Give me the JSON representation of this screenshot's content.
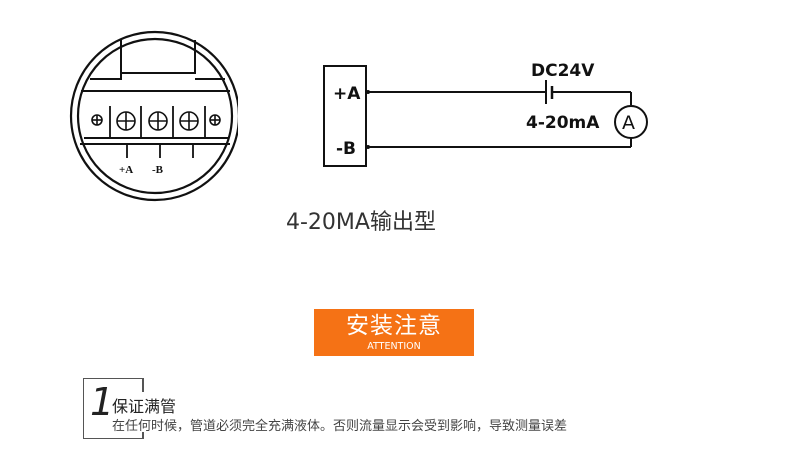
{
  "terminal_diagram": {
    "labels": [
      "+A",
      "-B"
    ],
    "screws": [
      "small-screw",
      "large-screw",
      "large-screw",
      "large-screw",
      "small-screw"
    ]
  },
  "circuit": {
    "terminal_plus": "+A",
    "terminal_minus": "-B",
    "supply_label": "DC24V",
    "current_label": "4-20mA",
    "meter_symbol": "A"
  },
  "caption": "4-20MA输出型",
  "attention": {
    "title": "安装注意",
    "subtitle": "ATTENTION",
    "color": "#f57215"
  },
  "notes": [
    {
      "number": "1",
      "title": "保证满管",
      "description": "在任何时候，管道必须完全充满液体。否则流量显示会受到影响，导致测量误差"
    }
  ]
}
